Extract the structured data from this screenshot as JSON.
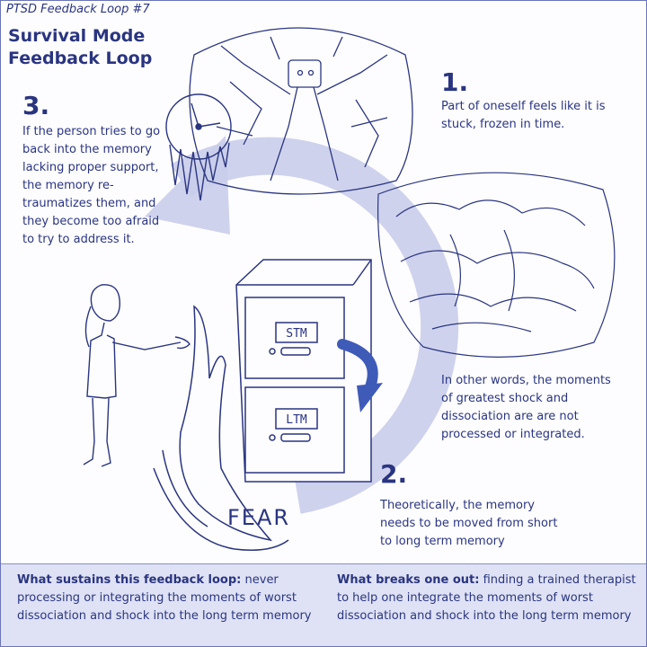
{
  "header": {
    "series_tag": "PTSD Feedback Loop #7",
    "title": "Survival Mode Feedback Loop"
  },
  "steps": [
    {
      "number": "1.",
      "text": "Part of oneself feels like it is stuck, frozen in time."
    },
    {
      "number": "",
      "text": "In other words, the moments of greatest shock and dissociation are are not processed or integrated."
    },
    {
      "number": "2.",
      "text": "Theoretically, the memory needs to be moved from short to long term memory"
    },
    {
      "number": "3.",
      "text": "If the person tries to go back into the memory lacking proper support, the memory re-traumatizes them, and they become too afraid to try to address it."
    }
  ],
  "illustration": {
    "drawer_top_label": "STM",
    "drawer_bottom_label": "LTM",
    "fear_label": "FEAR",
    "icons": [
      "frozen-figure-icon",
      "frozen-clock-icon",
      "brain-icon",
      "filing-cabinet-icon",
      "curved-arrow-icon",
      "fear-wave-icon",
      "person-icon"
    ]
  },
  "footer": {
    "left_heading": "What sustains this feedback loop:",
    "left_text": " never processing or integrating the moments of worst dissociation and shock into the long term memory",
    "right_heading": "What breaks one out:",
    "right_text": " finding a trained therapist to help one integrate the moments of worst dissociation and shock into the long term memory"
  },
  "colors": {
    "ink": "#2a3580",
    "loop": "#c9cdea",
    "footer_bg": "#dfe2f4",
    "arrow": "#3f5bb8"
  }
}
